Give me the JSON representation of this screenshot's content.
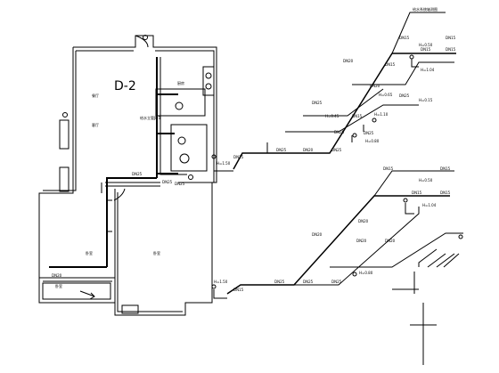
{
  "plan": {
    "unit_title": "D-2",
    "room_upper": "餐厅",
    "room_left": "客厅",
    "room_right": "卧室",
    "room_bottom_left": "卧室",
    "room_bottom_right": "卧室",
    "kitchen": "厨房",
    "pipe_labels": [
      "DN25",
      "DN25",
      "DN25",
      "DN20"
    ],
    "stack_note": "给水立管JL-1"
  },
  "axon_upper": {
    "title": "给水系统轴测图",
    "pipe_labels": [
      "DN15",
      "DN15",
      "DN15",
      "DN15",
      "DN20",
      "DN20",
      "DN25",
      "DN25",
      "DN25",
      "DN20",
      "DN25",
      "DN25",
      "DN25",
      "DN15",
      "DN15",
      "DN15"
    ],
    "heights": [
      "H=0.50",
      "H=1.04",
      "H=0.15",
      "H=1.10",
      "H=0.45",
      "H=0.80",
      "H=0.65",
      "H=1.50"
    ]
  },
  "axon_lower": {
    "pipe_labels": [
      "DN15",
      "DN15",
      "DN15",
      "DN15",
      "DN20",
      "DN20",
      "DN25",
      "DN25",
      "DN25",
      "DN20",
      "DN20",
      "DN15"
    ],
    "heights": [
      "H=0.50",
      "H=1.04",
      "H=0.80",
      "H=1.50"
    ]
  }
}
